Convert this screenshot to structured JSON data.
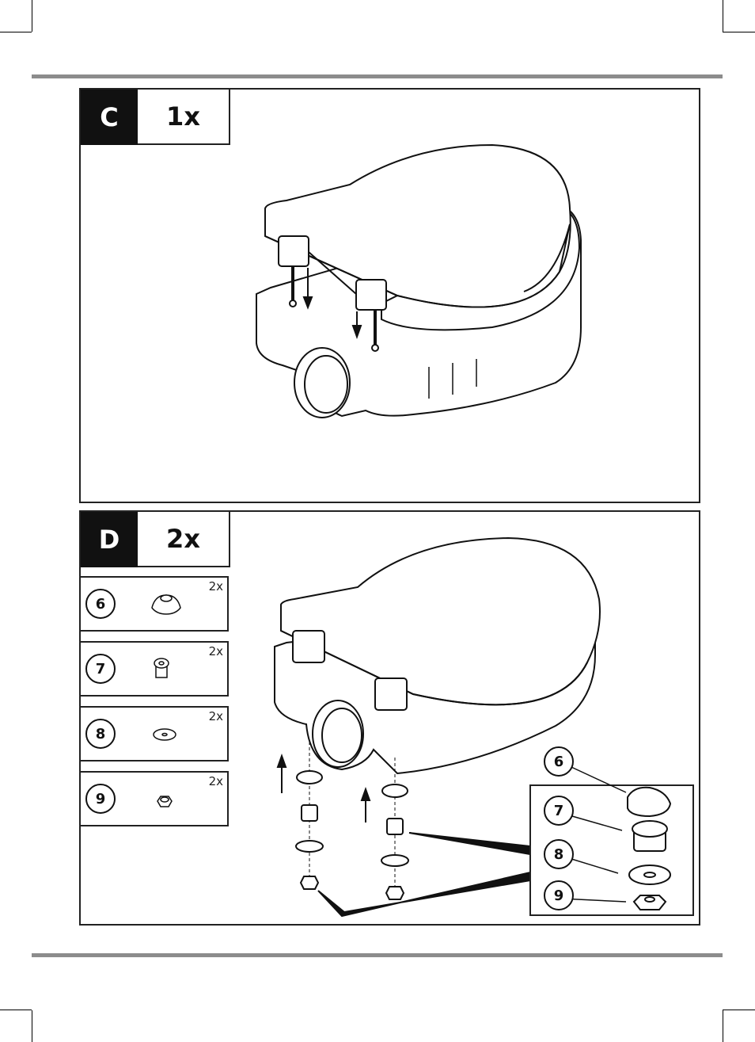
{
  "steps": [
    {
      "letter": "C",
      "quantity": "1x"
    },
    {
      "letter": "D",
      "quantity": "2x"
    }
  ],
  "parts": [
    {
      "number": "6",
      "quantity": "2x",
      "icon": "cone-cap-icon"
    },
    {
      "number": "7",
      "quantity": "2x",
      "icon": "expansion-bushing-icon"
    },
    {
      "number": "8",
      "quantity": "2x",
      "icon": "washer-icon"
    },
    {
      "number": "9",
      "quantity": "2x",
      "icon": "hex-nut-icon"
    }
  ],
  "callout": {
    "numbers": [
      "6",
      "7",
      "8",
      "9"
    ]
  }
}
